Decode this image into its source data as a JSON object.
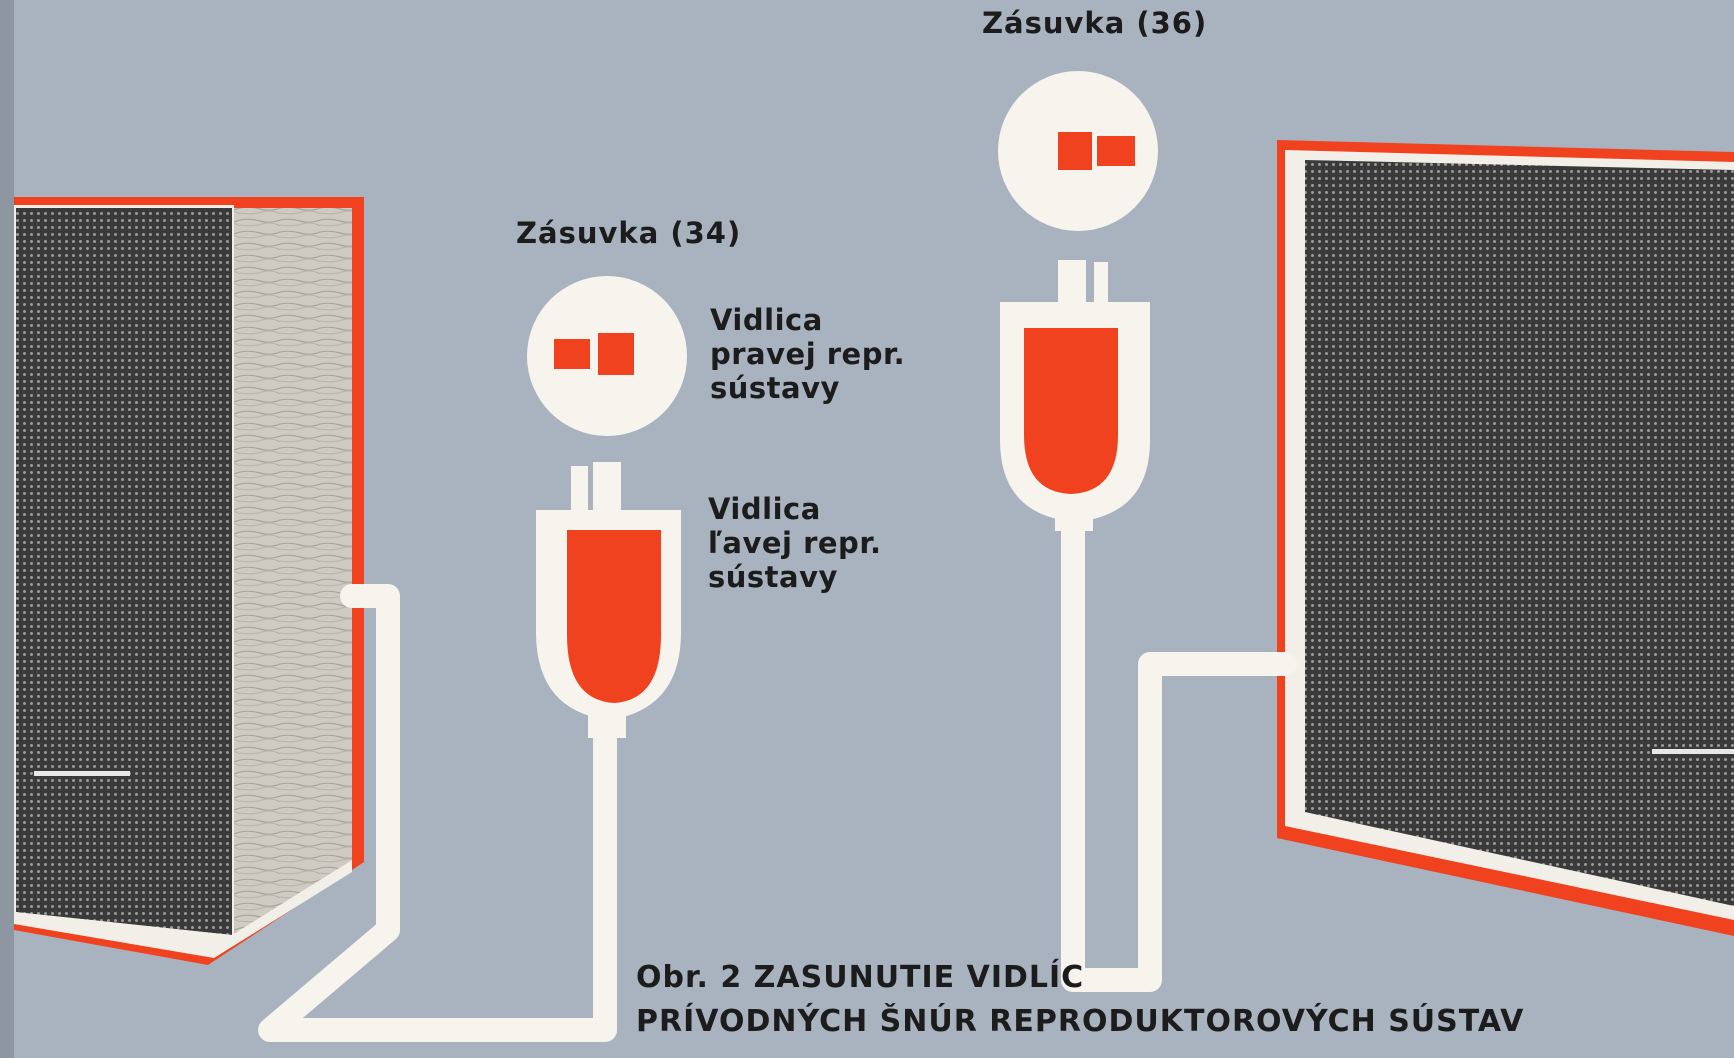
{
  "figure": {
    "socket_labels": {
      "socket_34": "Zásuvka (34)",
      "socket_36": "Zásuvka (36)"
    },
    "plug_labels": {
      "right_speaker_plug": [
        "Vidlica",
        "pravej repr.",
        "sústavy"
      ],
      "left_speaker_plug": [
        "Vidlica",
        "ľavej repr.",
        "sústavy"
      ]
    },
    "caption": {
      "line1": "Obr. 2 ZASUNUTIE VIDLÍC",
      "line2": "PRÍVODNÝCH ŠNÚR REPRODUKTOROVÝCH SÚSTAV"
    }
  },
  "colors": {
    "background": "#a9b3c0",
    "accent_red": "#f0421f",
    "white": "#f7f4ee",
    "speaker_grille": "#3a3a3a",
    "wood": "#c9c6bd",
    "text": "#1c1c1c"
  }
}
